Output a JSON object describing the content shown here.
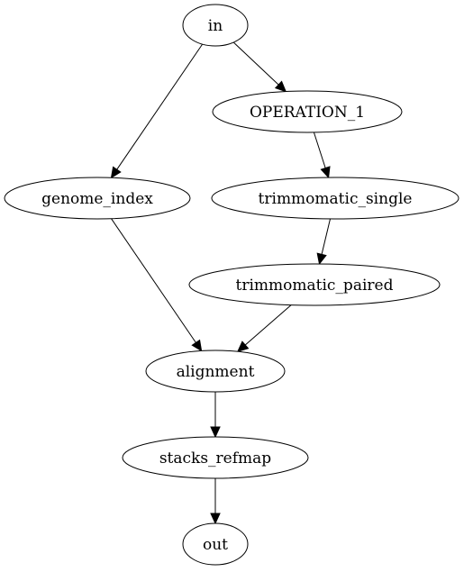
{
  "nodes": [
    {
      "id": "in",
      "label": "in"
    },
    {
      "id": "op1",
      "label": "OPERATION_1"
    },
    {
      "id": "genome_index",
      "label": "genome_index"
    },
    {
      "id": "trim_single",
      "label": "trimmomatic_single"
    },
    {
      "id": "trim_paired",
      "label": "trimmomatic_paired"
    },
    {
      "id": "alignment",
      "label": "alignment"
    },
    {
      "id": "stacks_refmap",
      "label": "stacks_refmap"
    },
    {
      "id": "out",
      "label": "out"
    }
  ],
  "edges": [
    {
      "from": "in",
      "to": "op1"
    },
    {
      "from": "in",
      "to": "genome_index"
    },
    {
      "from": "op1",
      "to": "trim_single"
    },
    {
      "from": "trim_single",
      "to": "trim_paired"
    },
    {
      "from": "genome_index",
      "to": "alignment"
    },
    {
      "from": "trim_paired",
      "to": "alignment"
    },
    {
      "from": "alignment",
      "to": "stacks_refmap"
    },
    {
      "from": "stacks_refmap",
      "to": "out"
    }
  ]
}
